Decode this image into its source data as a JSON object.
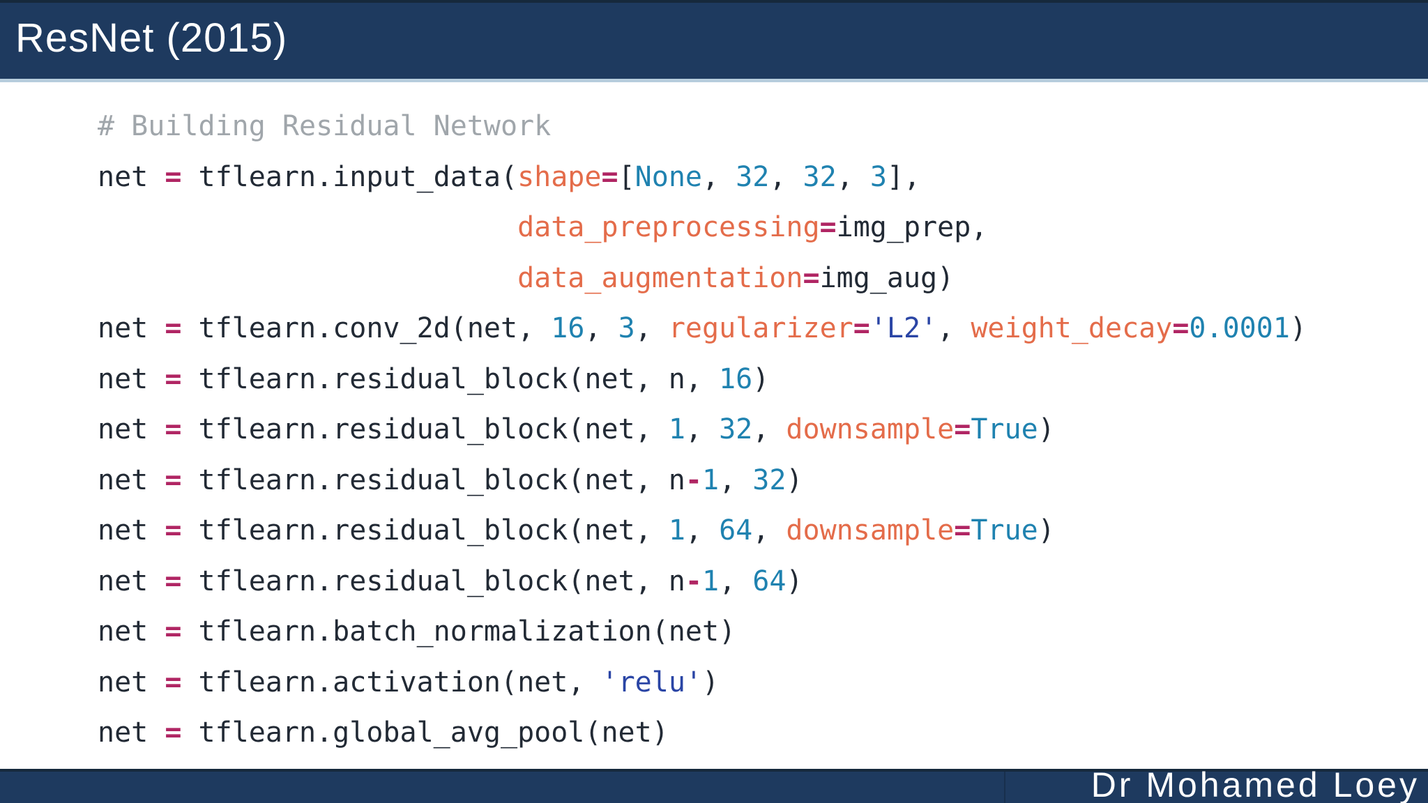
{
  "header": {
    "title": "ResNet (2015)"
  },
  "footer": {
    "author": "Dr Mohamed Loey"
  },
  "colors": {
    "bg": "#ffffff",
    "navy": "#1e3a5f",
    "navy-dark": "#16293c",
    "separator": "#b7cddd",
    "code-default": "#222a35",
    "comment": "#a0a6ab",
    "param": "#e46c4a",
    "operator": "#b02563",
    "number": "#1f82b0",
    "string": "#2a45a5"
  },
  "code": {
    "language": "python",
    "lines": [
      [
        {
          "t": "# Building Residual Network",
          "c": "cm"
        }
      ],
      [
        {
          "t": "net ",
          "c": "d"
        },
        {
          "t": "=",
          "c": "m"
        },
        {
          "t": " tflearn.input_data(",
          "c": "d"
        },
        {
          "t": "shape",
          "c": "o"
        },
        {
          "t": "=",
          "c": "m"
        },
        {
          "t": "[",
          "c": "d"
        },
        {
          "t": "None",
          "c": "n"
        },
        {
          "t": ", ",
          "c": "d"
        },
        {
          "t": "32",
          "c": "n"
        },
        {
          "t": ", ",
          "c": "d"
        },
        {
          "t": "32",
          "c": "n"
        },
        {
          "t": ", ",
          "c": "d"
        },
        {
          "t": "3",
          "c": "n"
        },
        {
          "t": "],",
          "c": "d"
        }
      ],
      [
        {
          "t": "                         ",
          "c": "d"
        },
        {
          "t": "data_preprocessing",
          "c": "o"
        },
        {
          "t": "=",
          "c": "m"
        },
        {
          "t": "img_prep,",
          "c": "d"
        }
      ],
      [
        {
          "t": "                         ",
          "c": "d"
        },
        {
          "t": "data_augmentation",
          "c": "o"
        },
        {
          "t": "=",
          "c": "m"
        },
        {
          "t": "img_aug)",
          "c": "d"
        }
      ],
      [
        {
          "t": "net ",
          "c": "d"
        },
        {
          "t": "=",
          "c": "m"
        },
        {
          "t": " tflearn.conv_2d(net, ",
          "c": "d"
        },
        {
          "t": "16",
          "c": "n"
        },
        {
          "t": ", ",
          "c": "d"
        },
        {
          "t": "3",
          "c": "n"
        },
        {
          "t": ", ",
          "c": "d"
        },
        {
          "t": "regularizer",
          "c": "o"
        },
        {
          "t": "=",
          "c": "m"
        },
        {
          "t": "'L2'",
          "c": "s"
        },
        {
          "t": ", ",
          "c": "d"
        },
        {
          "t": "weight_decay",
          "c": "o"
        },
        {
          "t": "=",
          "c": "m"
        },
        {
          "t": "0.0001",
          "c": "n"
        },
        {
          "t": ")",
          "c": "d"
        }
      ],
      [
        {
          "t": "net ",
          "c": "d"
        },
        {
          "t": "=",
          "c": "m"
        },
        {
          "t": " tflearn.residual_block(net, n, ",
          "c": "d"
        },
        {
          "t": "16",
          "c": "n"
        },
        {
          "t": ")",
          "c": "d"
        }
      ],
      [
        {
          "t": "net ",
          "c": "d"
        },
        {
          "t": "=",
          "c": "m"
        },
        {
          "t": " tflearn.residual_block(net, ",
          "c": "d"
        },
        {
          "t": "1",
          "c": "n"
        },
        {
          "t": ", ",
          "c": "d"
        },
        {
          "t": "32",
          "c": "n"
        },
        {
          "t": ", ",
          "c": "d"
        },
        {
          "t": "downsample",
          "c": "o"
        },
        {
          "t": "=",
          "c": "m"
        },
        {
          "t": "True",
          "c": "n"
        },
        {
          "t": ")",
          "c": "d"
        }
      ],
      [
        {
          "t": "net ",
          "c": "d"
        },
        {
          "t": "=",
          "c": "m"
        },
        {
          "t": " tflearn.residual_block(net, n",
          "c": "d"
        },
        {
          "t": "-",
          "c": "m"
        },
        {
          "t": "1",
          "c": "n"
        },
        {
          "t": ", ",
          "c": "d"
        },
        {
          "t": "32",
          "c": "n"
        },
        {
          "t": ")",
          "c": "d"
        }
      ],
      [
        {
          "t": "net ",
          "c": "d"
        },
        {
          "t": "=",
          "c": "m"
        },
        {
          "t": " tflearn.residual_block(net, ",
          "c": "d"
        },
        {
          "t": "1",
          "c": "n"
        },
        {
          "t": ", ",
          "c": "d"
        },
        {
          "t": "64",
          "c": "n"
        },
        {
          "t": ", ",
          "c": "d"
        },
        {
          "t": "downsample",
          "c": "o"
        },
        {
          "t": "=",
          "c": "m"
        },
        {
          "t": "True",
          "c": "n"
        },
        {
          "t": ")",
          "c": "d"
        }
      ],
      [
        {
          "t": "net ",
          "c": "d"
        },
        {
          "t": "=",
          "c": "m"
        },
        {
          "t": " tflearn.residual_block(net, n",
          "c": "d"
        },
        {
          "t": "-",
          "c": "m"
        },
        {
          "t": "1",
          "c": "n"
        },
        {
          "t": ", ",
          "c": "d"
        },
        {
          "t": "64",
          "c": "n"
        },
        {
          "t": ")",
          "c": "d"
        }
      ],
      [
        {
          "t": "net ",
          "c": "d"
        },
        {
          "t": "=",
          "c": "m"
        },
        {
          "t": " tflearn.batch_normalization(net)",
          "c": "d"
        }
      ],
      [
        {
          "t": "net ",
          "c": "d"
        },
        {
          "t": "=",
          "c": "m"
        },
        {
          "t": " tflearn.activation(net, ",
          "c": "d"
        },
        {
          "t": "'relu'",
          "c": "s"
        },
        {
          "t": ")",
          "c": "d"
        }
      ],
      [
        {
          "t": "net ",
          "c": "d"
        },
        {
          "t": "=",
          "c": "m"
        },
        {
          "t": " tflearn.global_avg_pool(net)",
          "c": "d"
        }
      ]
    ]
  }
}
